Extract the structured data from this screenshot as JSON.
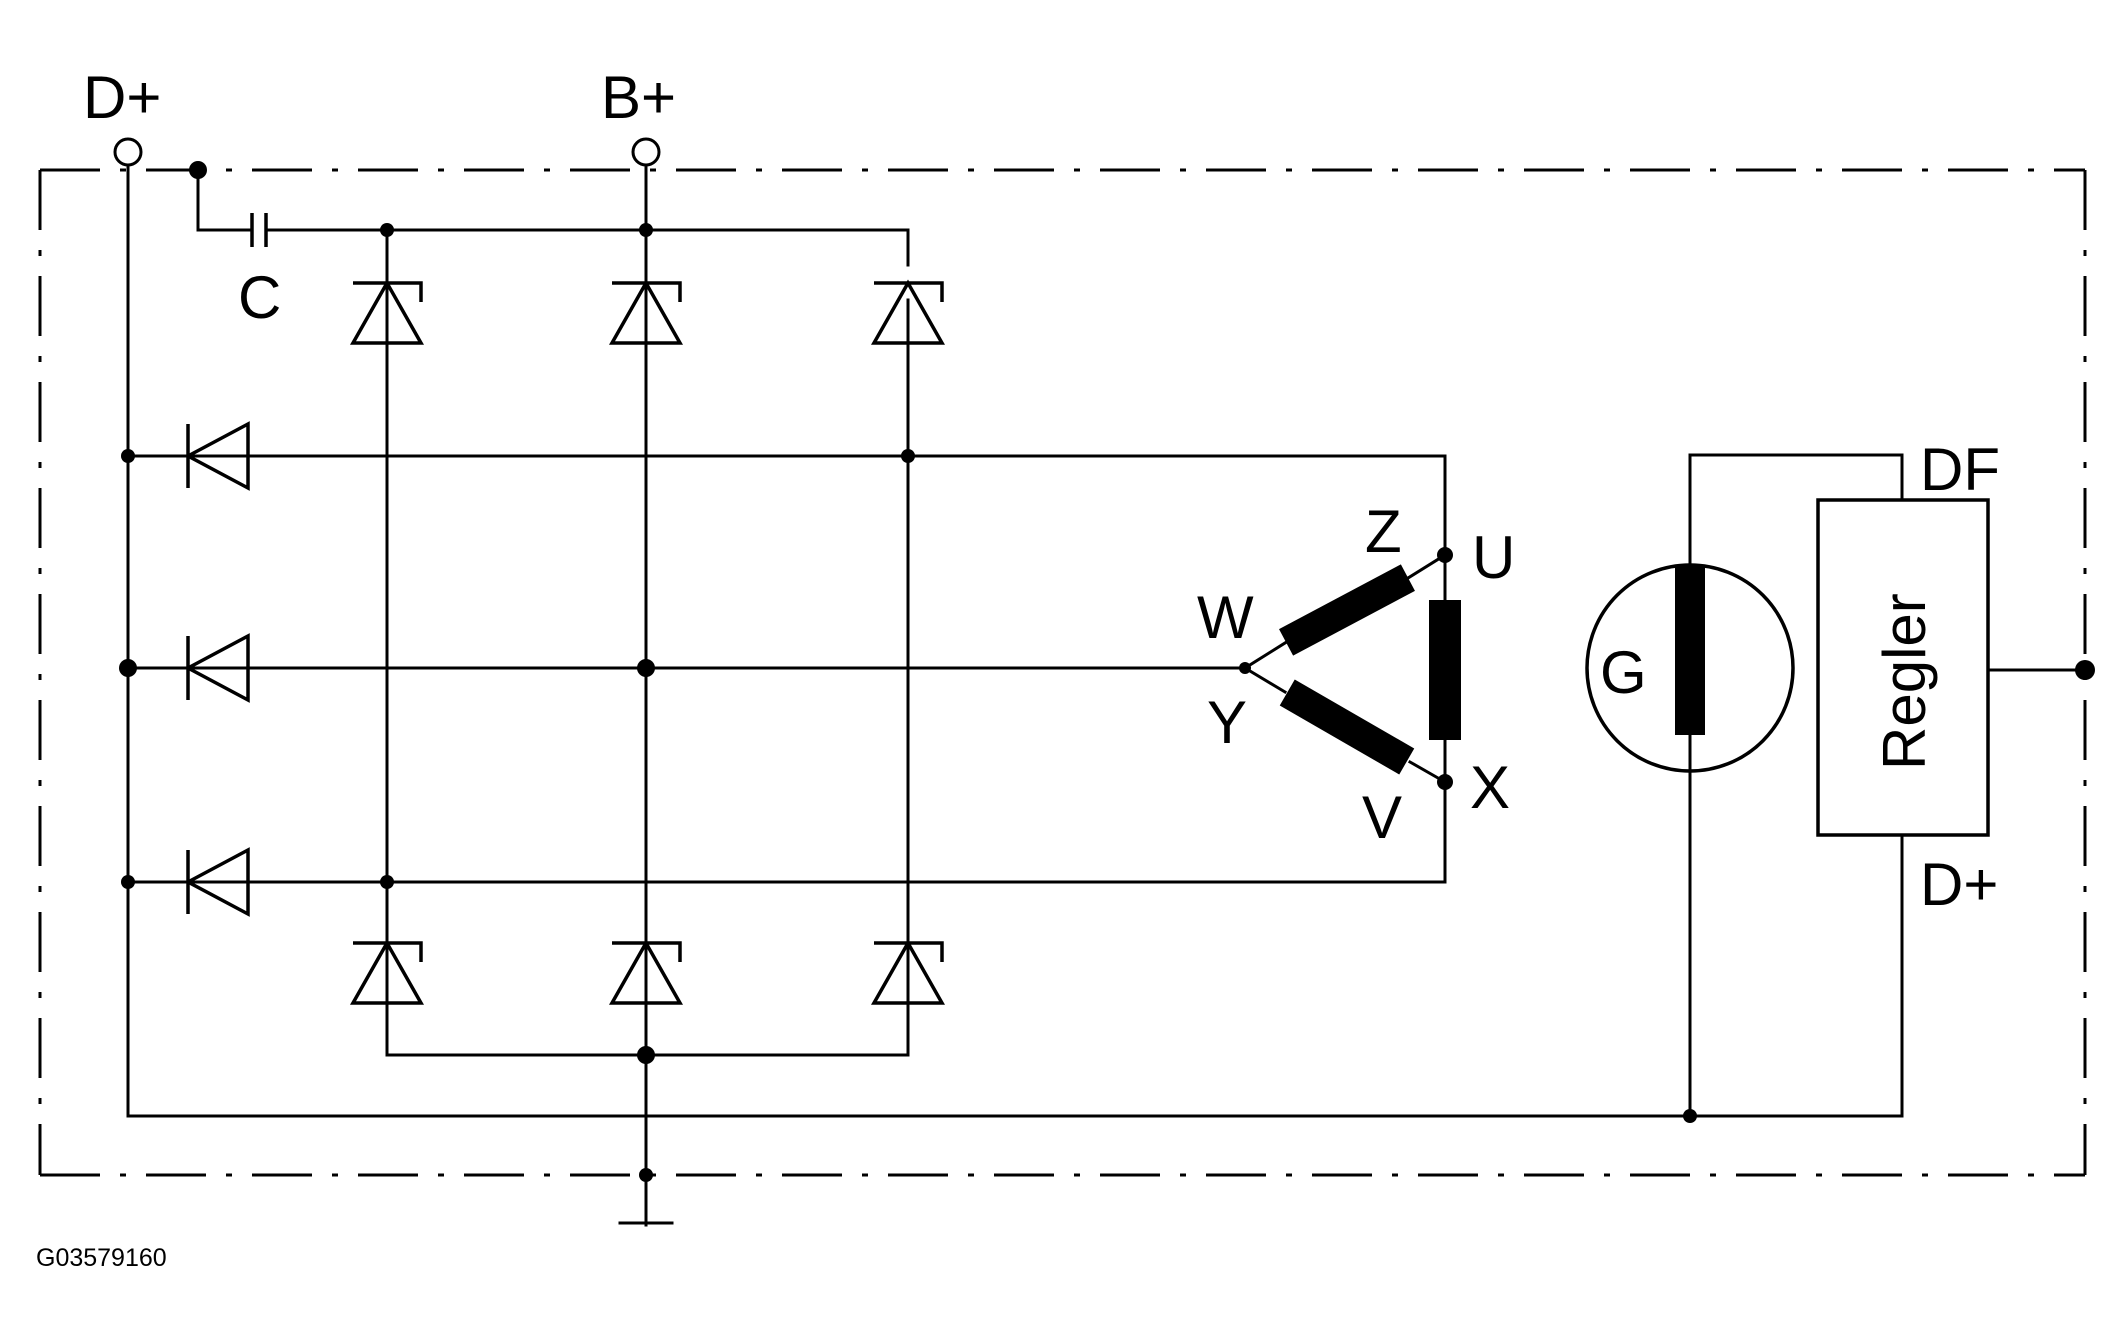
{
  "labels": {
    "d_plus_top": "D+",
    "b_plus_top": "B+",
    "capacitor": "C",
    "z": "Z",
    "u": "U",
    "w": "W",
    "y": "Y",
    "v": "V",
    "x": "X",
    "generator": "G",
    "regulator": "Regler",
    "df": "DF",
    "d_plus_regulator": "D+",
    "drawing_code": "G03579160"
  }
}
